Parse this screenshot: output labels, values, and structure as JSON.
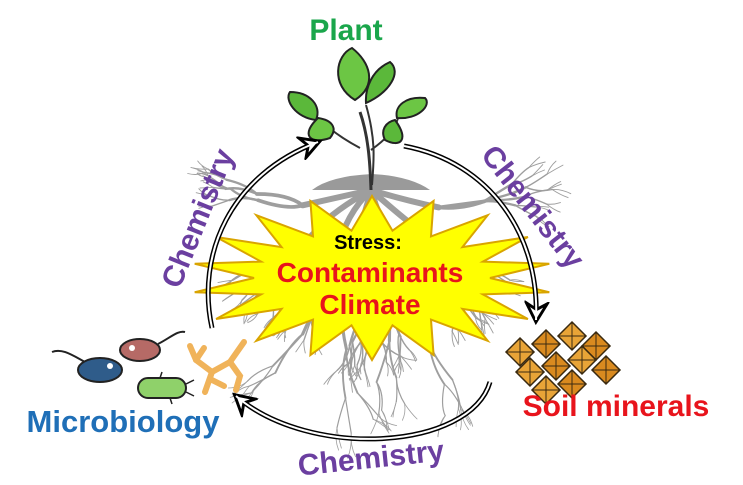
{
  "labels": {
    "plant": "Plant",
    "microbiology": "Microbiology",
    "soil_minerals": "Soil minerals",
    "chemistry_left": "Chemistry",
    "chemistry_right": "Chemistry",
    "chemistry_bottom": "Chemistry"
  },
  "stress": {
    "title": "Stress:",
    "line1": "Contaminants",
    "line2": "Climate"
  },
  "colors": {
    "plant": "#1aa64b",
    "microbiology": "#1f6fb7",
    "soil_minerals": "#e8141c",
    "chemistry": "#6b3fa0",
    "stress_text": "#e8141c",
    "burst_fill": "#ffff00",
    "burst_stroke": "#d9a400",
    "roots": "#9e9e9e",
    "leaf": "#5cbf3a",
    "mineral": "#d98a1f"
  }
}
